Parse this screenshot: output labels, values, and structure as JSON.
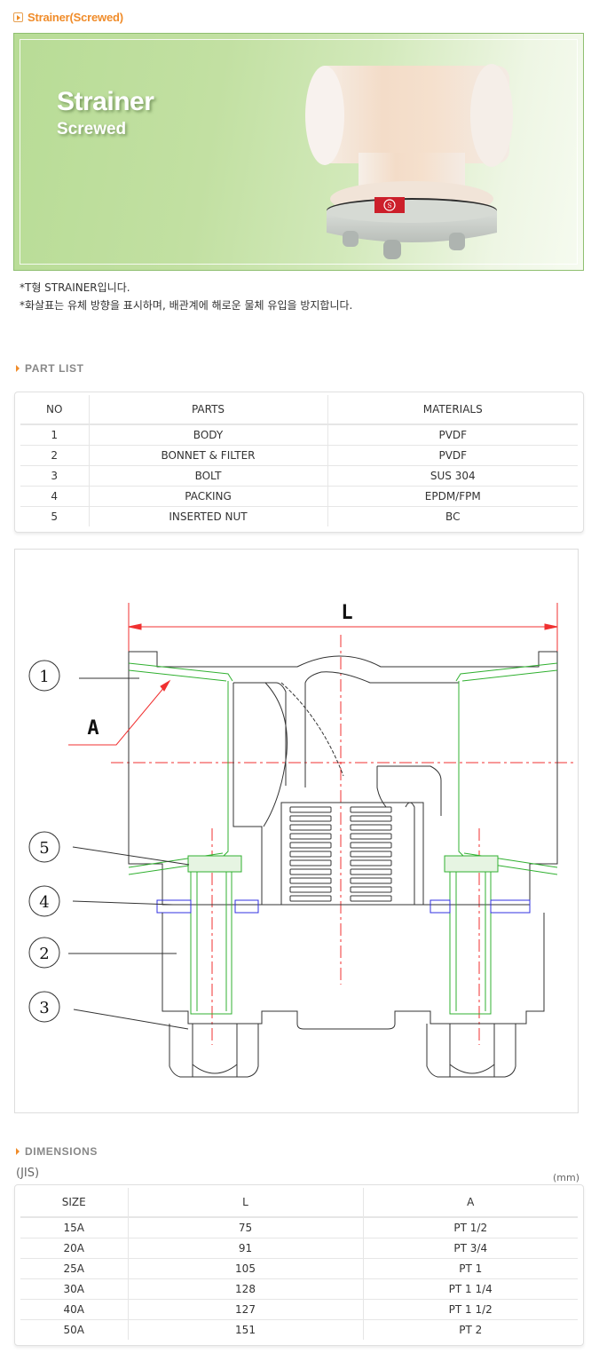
{
  "page": {
    "title": "Strainer(Screwed)",
    "accent_color": "#f08c2a"
  },
  "hero": {
    "title": "Strainer",
    "subtitle": "Screwed"
  },
  "notes": [
    "*T형 STRAINER입니다.",
    "*화살표는 유체 방향을 표시하며, 배관계에 해로운 물체 유입을 방지합니다."
  ],
  "part_list": {
    "heading": "PART  LIST",
    "headers": [
      "NO",
      "PARTS",
      "MATERIALS"
    ],
    "rows": [
      [
        "1",
        "BODY",
        "PVDF"
      ],
      [
        "2",
        "BONNET & FILTER",
        "PVDF"
      ],
      [
        "3",
        "BOLT",
        "SUS 304"
      ],
      [
        "4",
        "PACKING",
        "EPDM/FPM"
      ],
      [
        "5",
        "INSERTED NUT",
        "BC"
      ]
    ]
  },
  "drawing": {
    "dimension_L": "L",
    "dimension_A": "A",
    "callouts": [
      "1",
      "5",
      "4",
      "2",
      "3"
    ]
  },
  "dimensions": {
    "heading": "DIMENSIONS",
    "standard": "(JIS)",
    "unit": "(mm)",
    "headers": [
      "SIZE",
      "L",
      "A"
    ],
    "rows": [
      [
        "15A",
        "75",
        "PT 1/2"
      ],
      [
        "20A",
        "91",
        "PT 3/4"
      ],
      [
        "25A",
        "105",
        "PT 1"
      ],
      [
        "30A",
        "128",
        "PT 1 1/4"
      ],
      [
        "40A",
        "127",
        "PT 1 1/2"
      ],
      [
        "50A",
        "151",
        "PT 2"
      ]
    ]
  }
}
